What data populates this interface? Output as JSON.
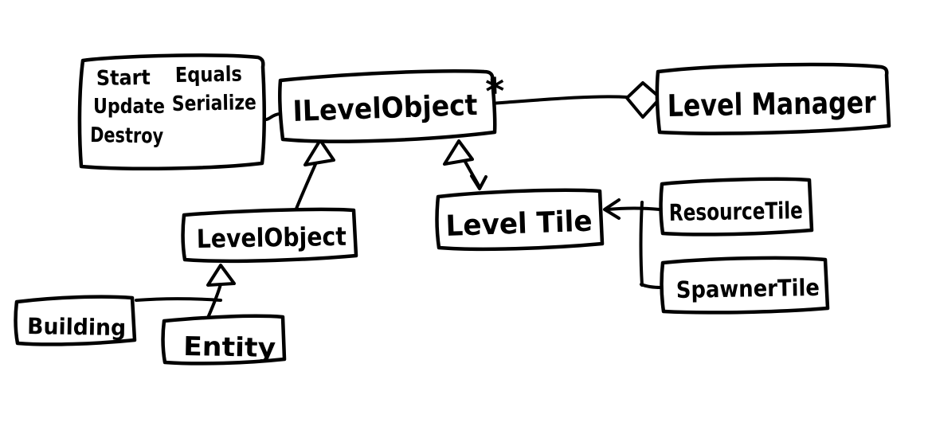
{
  "canvas": {
    "background": "#ffffff",
    "ink": "#000000"
  },
  "nodes": {
    "interface_methods": {
      "rows": [
        [
          "Start",
          "Equals"
        ],
        [
          "Update",
          "Serialize"
        ],
        [
          "Destroy",
          ""
        ]
      ]
    },
    "ilevel_object": {
      "label": "ILevelObject"
    },
    "level_manager": {
      "label": "Level Manager"
    },
    "level_object": {
      "label": "LevelObject"
    },
    "level_tile": {
      "label": "Level Tile"
    },
    "resource_tile": {
      "label": "ResourceTile"
    },
    "spawner_tile": {
      "label": "SpawnerTile"
    },
    "building": {
      "label": "Building"
    },
    "entity": {
      "label": "Entity"
    }
  },
  "relations": {
    "level_manager_aggregation_multiplicity": "*"
  }
}
